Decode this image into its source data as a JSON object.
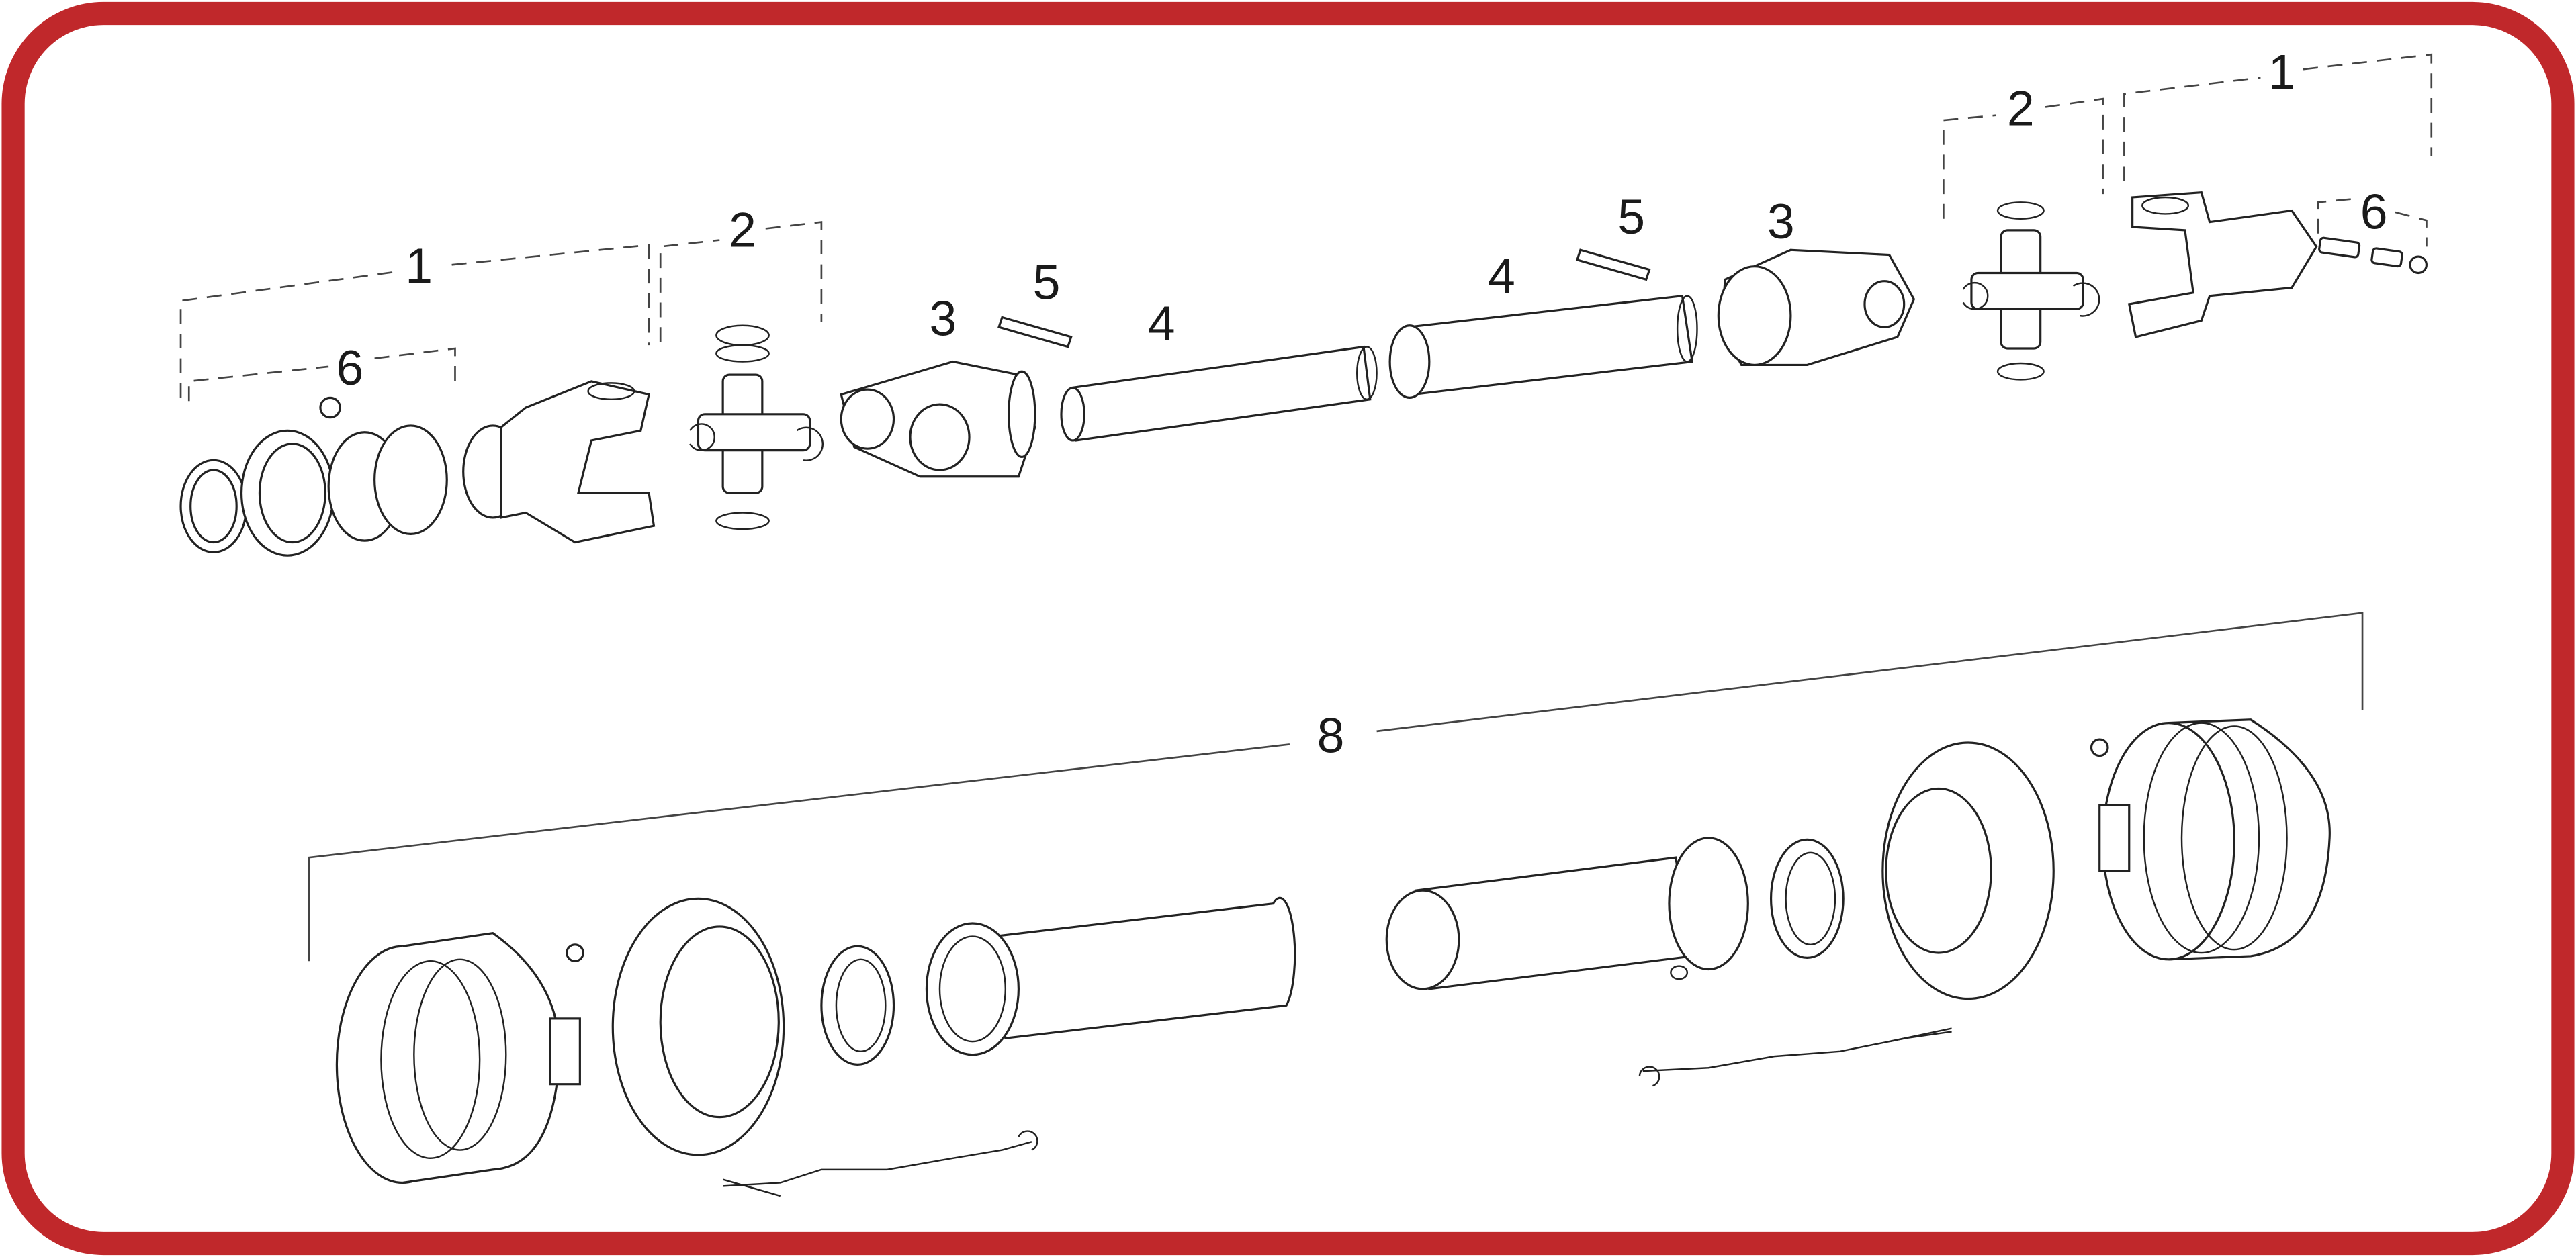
{
  "frame": {
    "border_color": "#c0282b",
    "background": "#ffffff"
  },
  "callouts": {
    "top_left": {
      "yoke": "1",
      "cross": "2",
      "bearing_set": "6",
      "tube_yoke": "3",
      "pin": "5",
      "tube": "4"
    },
    "top_right": {
      "tube": "4",
      "pin": "5",
      "tube_yoke": "3",
      "cross": "2",
      "yoke": "1",
      "bolt_set": "6"
    },
    "guard": "8"
  }
}
